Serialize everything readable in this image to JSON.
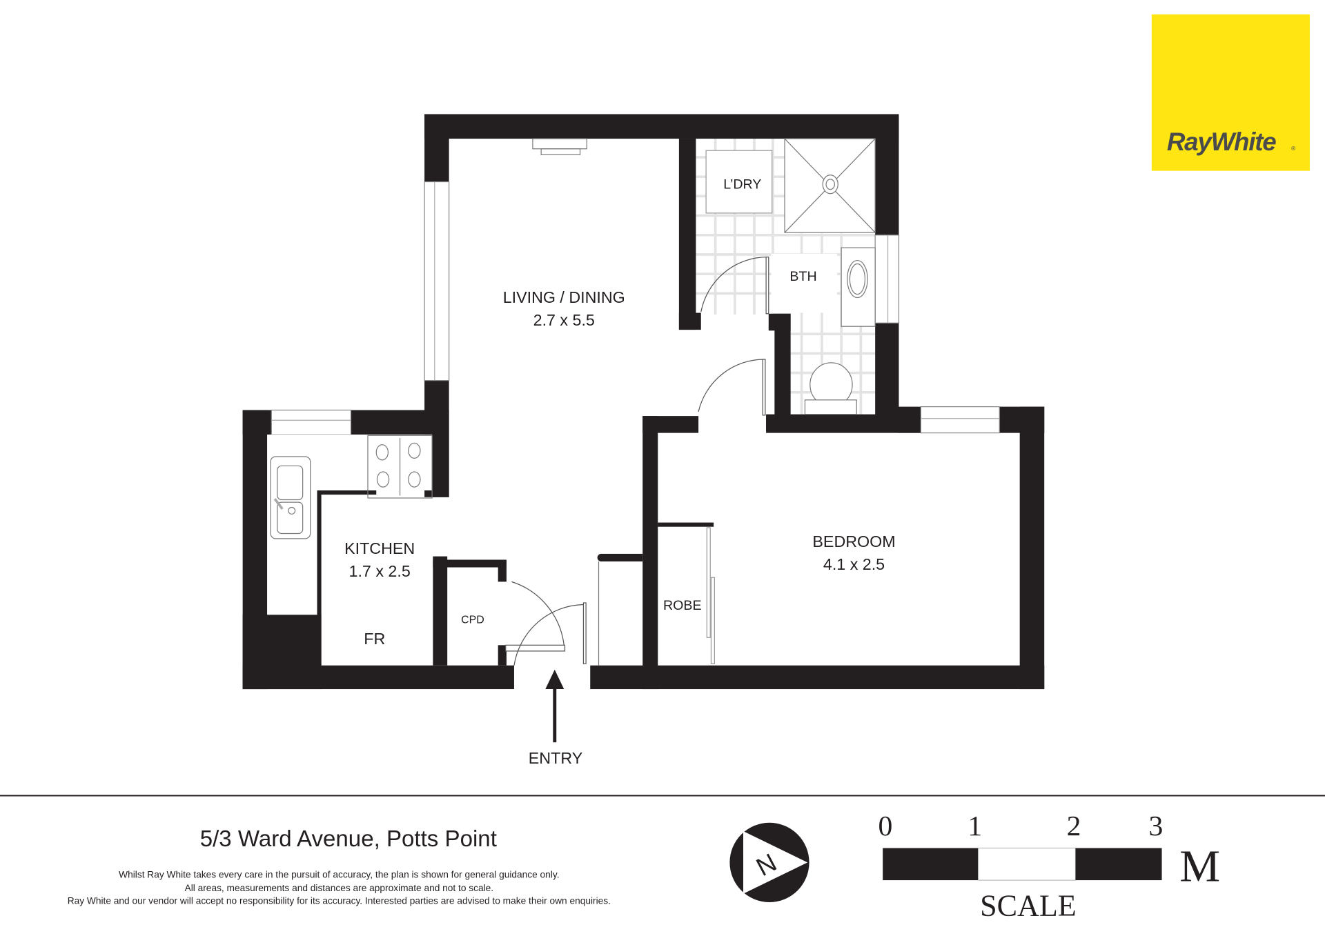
{
  "brand": {
    "name": "RayWhite",
    "registered_mark": "®",
    "logo_bg_color": "#ffe512",
    "logo_text_color": "#4a4b4d"
  },
  "floorplan": {
    "wall_color": "#231f20",
    "rooms": [
      {
        "id": "living",
        "name": "LIVING / DINING",
        "dimensions": "2.7 x 5.5"
      },
      {
        "id": "kitchen",
        "name": "KITCHEN",
        "dimensions": "1.7 x 2.5"
      },
      {
        "id": "bedroom",
        "name": "BEDROOM",
        "dimensions": "4.1 x 2.5"
      },
      {
        "id": "laundry",
        "name": "L’DRY"
      },
      {
        "id": "bathroom",
        "name": "BTH"
      },
      {
        "id": "robe",
        "name": "ROBE"
      },
      {
        "id": "cupboard",
        "name": "CPD"
      },
      {
        "id": "fridge",
        "name": "FR"
      }
    ],
    "entry_label": "ENTRY"
  },
  "footer": {
    "address": "5/3 Ward Avenue, Potts Point",
    "disclaimer": [
      "Whilst Ray White takes every care in the pursuit of accuracy, the plan is shown for general guidance only.",
      "All areas, measurements and distances are approximate and not to scale.",
      "Ray White and our vendor will accept no responsibility for its accuracy. Interested parties are advised to make their own enquiries."
    ],
    "compass": {
      "label": "N"
    },
    "scale": {
      "ticks": [
        "0",
        "1",
        "2",
        "3"
      ],
      "unit": "M",
      "label": "SCALE"
    }
  }
}
